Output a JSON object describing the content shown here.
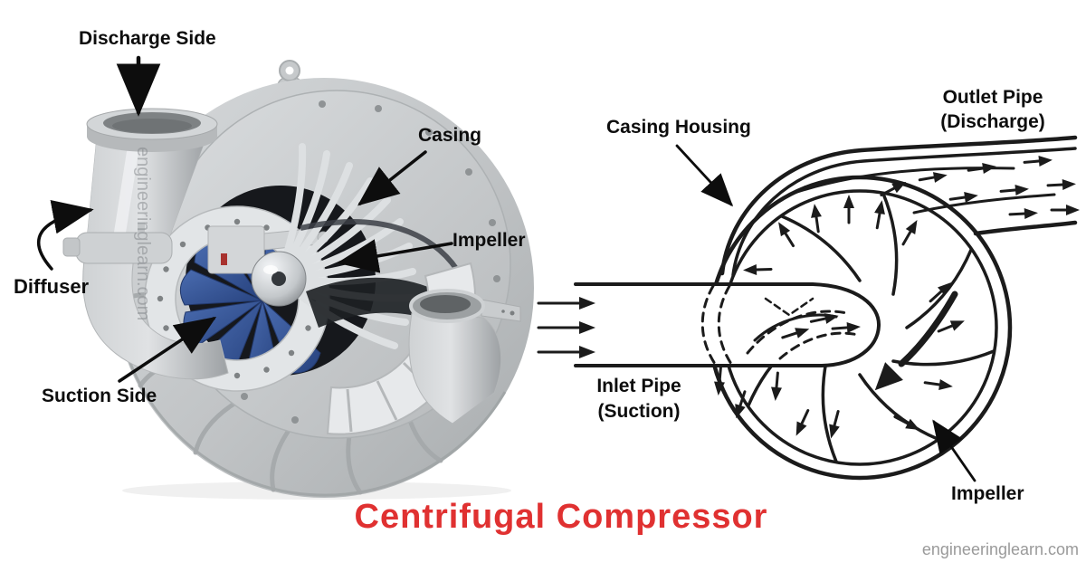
{
  "page": {
    "background": "#ffffff"
  },
  "title": {
    "text": "Centrifugal Compressor",
    "color": "#e03131"
  },
  "branding": {
    "site": "engineeringlearn.com",
    "pipe_watermark": "engineeringlearn.com"
  },
  "left_diagram": {
    "type": "3d-cutaway-render",
    "labels": {
      "discharge_side": "Discharge Side",
      "casing": "Casing",
      "impeller": "Impeller",
      "diffuser": "Diffuser",
      "suction_side": "Suction Side"
    },
    "colors": {
      "body_gray": "#c3c6c8",
      "impeller_blue": "#3c5e9e",
      "cavity_dark": "#16181c",
      "hub_silver": "#d9dcde"
    }
  },
  "right_diagram": {
    "type": "flow-schematic-line-drawing",
    "labels": {
      "casing_housing": "Casing Housing",
      "outlet_line1": "Outlet Pipe",
      "outlet_line2": "(Discharge)",
      "inlet_line1": "Inlet Pipe",
      "inlet_line2": "(Suction)",
      "impeller": "Impeller"
    },
    "colors": {
      "ink": "#1b1b1b"
    }
  }
}
